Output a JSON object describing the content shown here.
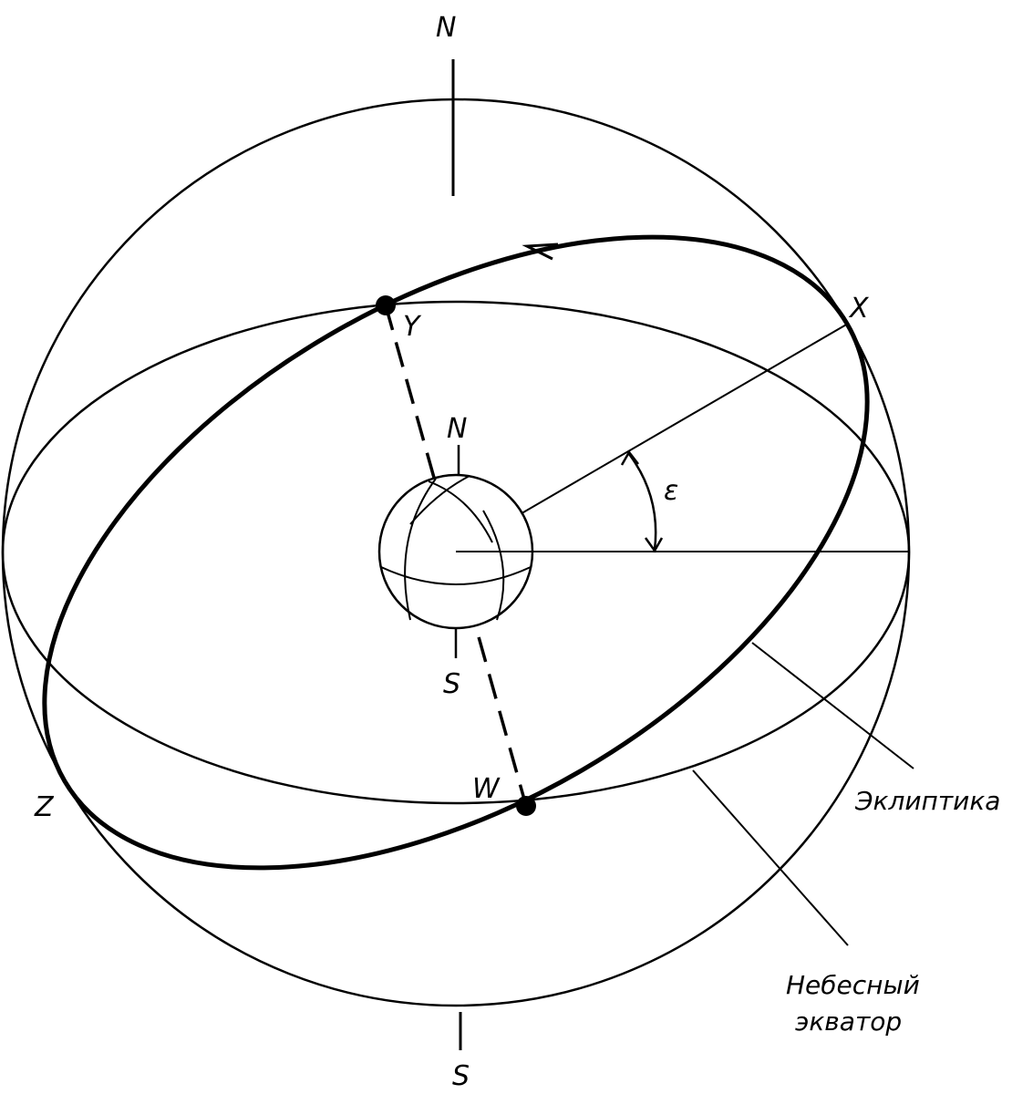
{
  "labels": {
    "north_pole": "N",
    "south_pole": "S",
    "earth_north": "N",
    "earth_south": "S",
    "point_x": "X",
    "point_y": "Y",
    "point_z": "Z",
    "point_w": "W",
    "obliquity": "ε",
    "ecliptic": "Эклиптика",
    "equator_line1": "Небесный",
    "equator_line2": "экватор"
  },
  "obliquity_deg": 23.5
}
